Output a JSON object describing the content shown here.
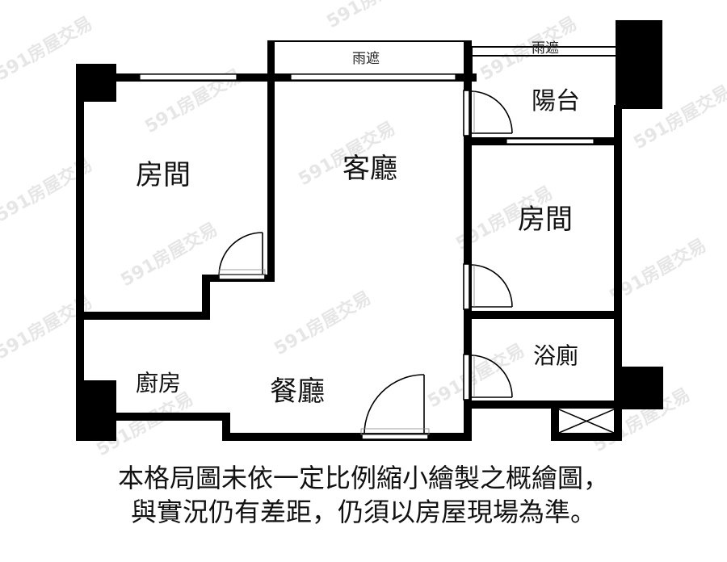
{
  "floor_plan": {
    "rooms": [
      {
        "id": "bedroom-left",
        "label": "房間"
      },
      {
        "id": "living-room",
        "label": "客廳"
      },
      {
        "id": "balcony",
        "label": "陽台"
      },
      {
        "id": "bedroom-right",
        "label": "房間"
      },
      {
        "id": "bathroom",
        "label": "浴廁"
      },
      {
        "id": "kitchen",
        "label": "廚房"
      },
      {
        "id": "dining-room",
        "label": "餐廳"
      }
    ],
    "awnings": [
      {
        "id": "awning-center",
        "label": "雨遮"
      },
      {
        "id": "awning-right",
        "label": "雨遮"
      }
    ],
    "watermark": "591房屋交易",
    "colors": {
      "wall": "#000000",
      "background": "#ffffff",
      "watermark": "#e6e6e6"
    }
  },
  "disclaimer": {
    "line1": "本格局圖未依一定比例縮小繪製之概繪圖，",
    "line2": "與實況仍有差距，仍須以房屋現場為準。"
  }
}
